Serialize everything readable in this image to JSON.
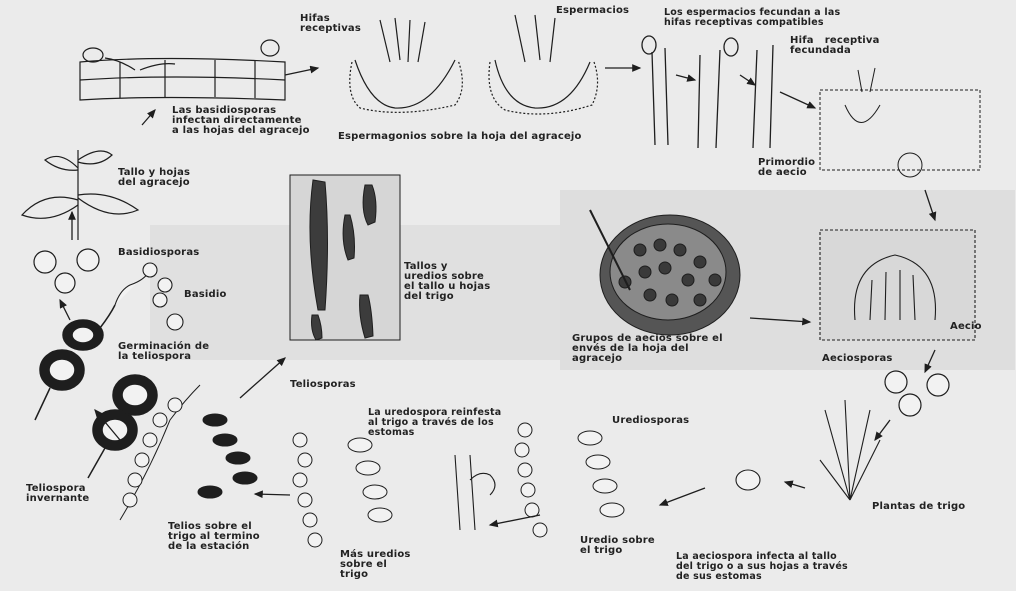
{
  "diagram": {
    "labels": {
      "hifas_receptivas": "Hifas\nreceptivas",
      "espermacios": "Espermacios",
      "espermacios_fecundan": "Los espermacios fecundan a las\nhifas receptivas compatibles",
      "hifa_receptiva_fecundada": "Hifa   receptiva\nfecundada",
      "basidiosporas_infectan": "Las basidiosporas\ninfectan directamente\na las hojas del agracejo",
      "espermagonios": "Espermagonios sobre la hoja del agracejo",
      "primordio_ecio": "Primordio\nde aecio",
      "tallo_hojas_agracejo": "Tallo y hojas\ndel agracejo",
      "tallos_uredios": "Tallos y\nuredios sobre\nel tallo u hojas\ndel trigo",
      "basidiosporas": "Basidiosporas",
      "basidio": "Basidio",
      "grupos_ecios": "Grupos de aecios sobre el\nenvés de la hoja del\nagracejo",
      "aecio": "Aecio",
      "germinacion_teliospora": "Germinación de\nla teliospora",
      "aeciosporas": "Aeciosporas",
      "teliosporas": "Teliosporas",
      "uredospora_reinfesta": "La uredospora reinfesta\nal trigo a través de los\nestomas",
      "urediosporas": "Urediosporas",
      "teliospora_invernante": "Teliospora\ninvernante",
      "telios_sobre_trigo": "Telios sobre el\ntrigo al termino\nde la estación",
      "mas_uredios": "Más uredios\nsobre el\ntrigo",
      "uredio_sobre_trigo": "Uredio sobre\nel trigo",
      "plantas_trigo": "Plantas de trigo",
      "aeciospora_infecta": "La aeciospora infecta al tallo\ndel trigo o a sus hojas a través\nde sus estomas"
    },
    "palette": {
      "ink": "#1e1e1e",
      "paper": "#ebebeb",
      "panel": "#e2e2e2",
      "shade": "#5a5a5a"
    }
  }
}
